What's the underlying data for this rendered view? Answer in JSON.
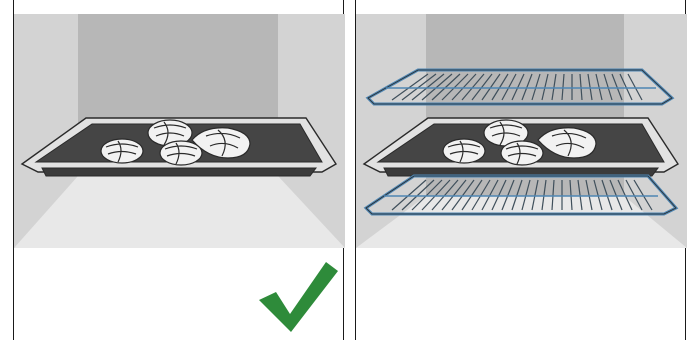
{
  "figure": {
    "panels": [
      {
        "id": "left",
        "scene": "single-baking-tray",
        "icon": "checkmark-icon",
        "status": "correct"
      },
      {
        "id": "right",
        "scene": "baking-tray-between-two-wire-racks",
        "icon": null,
        "status": "none"
      }
    ],
    "colors": {
      "oven_wall_back": "#b9b9b9",
      "oven_wall_side": "#cfcfcf",
      "oven_floor": "#e6e6e6",
      "tray": "#4a4a4a",
      "tray_rim": "#d9d9d9",
      "rack_outline": "#4e86b3",
      "check": "#2e8b3a"
    }
  }
}
